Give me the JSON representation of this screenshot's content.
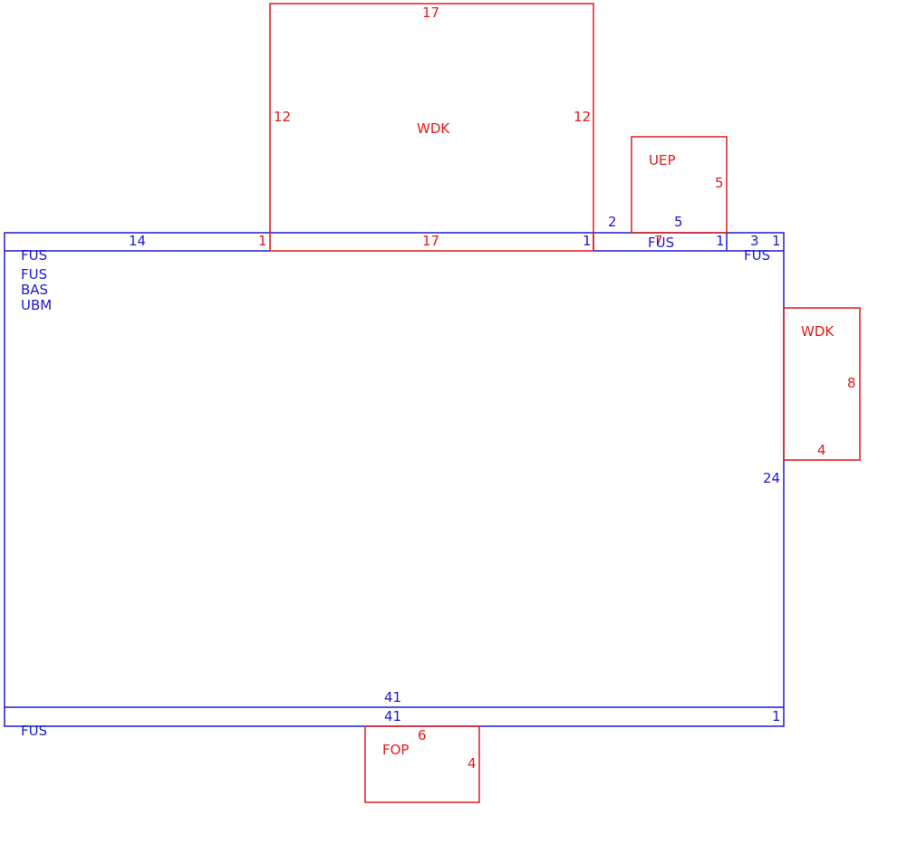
{
  "colors": {
    "primary": "#1a1ad4",
    "addition": "#e01b1b"
  },
  "areas": {
    "main": {
      "codes": [
        "FUS",
        "FUS",
        "BAS",
        "UBM"
      ],
      "dims": {
        "top": "14",
        "right": "24",
        "bottom": "41"
      }
    },
    "top_strip": {
      "dims": {
        "left_end": "1"
      }
    },
    "bottom_strip": {
      "code": "FUS",
      "dims": {
        "length": "41",
        "end": "1"
      }
    },
    "wdk_top": {
      "code": "WDK",
      "dims": {
        "top": "17",
        "left": "12",
        "right": "12",
        "bottom": "17",
        "left_end": "1",
        "right_end": "1"
      }
    },
    "uep": {
      "code": "UEP",
      "dims": {
        "side": "5"
      }
    },
    "fus_small_mid": {
      "code": "FUS",
      "dims": {
        "left": "2",
        "top": "5",
        "overlap": "7",
        "right": "1"
      }
    },
    "fus_small_right": {
      "code": "FUS",
      "dims": {
        "width": "3",
        "end": "1"
      }
    },
    "wdk_right": {
      "code": "WDK",
      "dims": {
        "side": "8",
        "bottom": "4"
      }
    },
    "fop": {
      "code": "FOP",
      "dims": {
        "top": "6",
        "side": "4"
      }
    }
  }
}
